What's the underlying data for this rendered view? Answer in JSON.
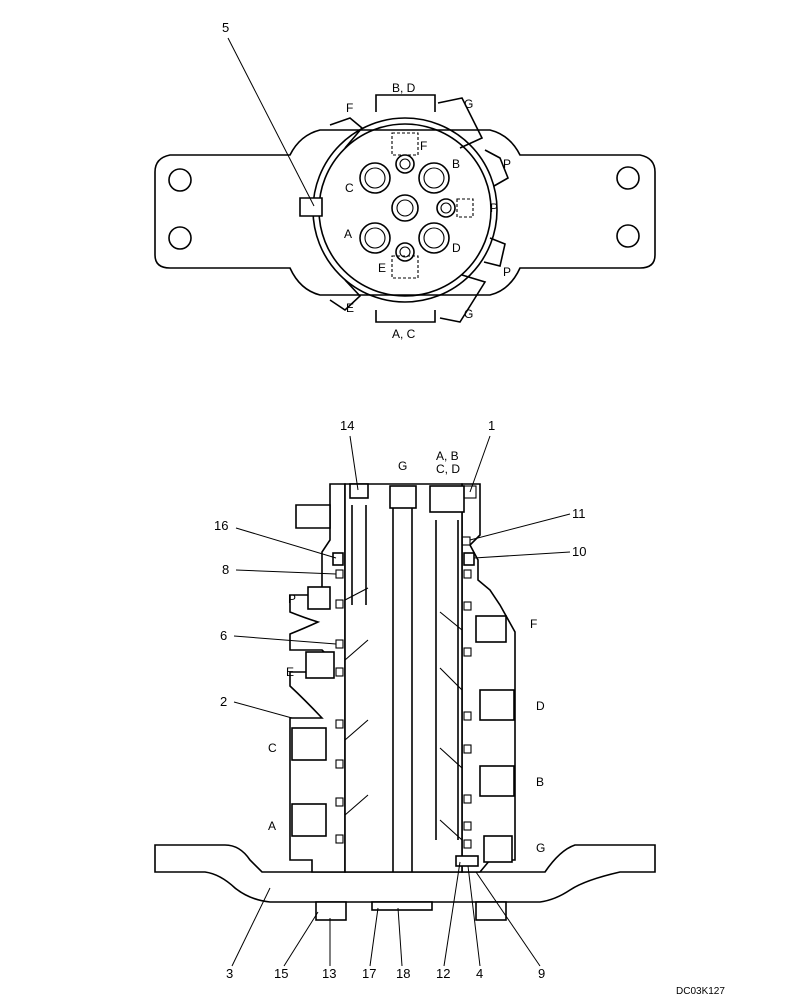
{
  "drawing_code": "DC03K127",
  "top_view": {
    "callout": "5",
    "port_labels": {
      "bd_top": "B, D",
      "ac_bottom": "A, C",
      "f_outer": "F",
      "f_inner": "F",
      "g_top": "G",
      "g_bottom": "G",
      "p_upper": "P",
      "p_middle": "P",
      "p_lower": "P",
      "e_outer": "E",
      "e_inner": "E",
      "a": "A",
      "b": "B",
      "c": "C",
      "d": "D"
    }
  },
  "section_view": {
    "header_labels": {
      "g": "G",
      "abcd_line1": "A, B",
      "abcd_line2": "C, D"
    },
    "side_labels": {
      "p": "P",
      "e": "E",
      "c": "C",
      "a": "A",
      "f": "F",
      "d": "D",
      "b": "B",
      "g": "G"
    },
    "callouts": {
      "c14": "14",
      "c1": "1",
      "c16": "16",
      "c11": "11",
      "c8": "8",
      "c10": "10",
      "c6": "6",
      "c2": "2",
      "c3": "3",
      "c15": "15",
      "c13": "13",
      "c17": "17",
      "c18": "18",
      "c12": "12",
      "c4": "4",
      "c9": "9"
    }
  }
}
